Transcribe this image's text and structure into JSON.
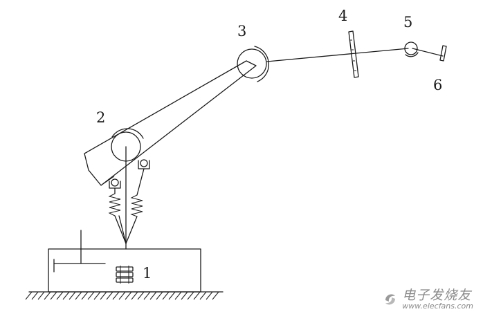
{
  "labels": {
    "joint_1": "1",
    "joint_2": "2",
    "joint_3": "3",
    "joint_4": "4",
    "joint_5": "5",
    "joint_6": "6"
  },
  "watermark": {
    "name": "电子发烧友",
    "url": "www.elecfans.com"
  }
}
